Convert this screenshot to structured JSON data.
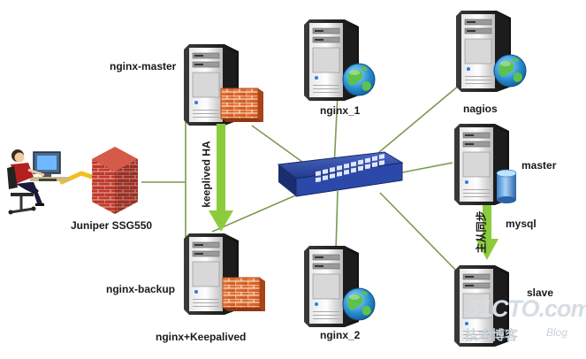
{
  "labels": {
    "nginx_master": "nginx-master",
    "nginx_backup": "nginx-backup",
    "nginx_keepalived": "nginx+Keepalived",
    "keepalived_ha": "keeplived HA",
    "juniper": "Juniper SSG550",
    "nginx_1": "nginx_1",
    "nginx_2": "nginx_2",
    "nagios": "nagios",
    "master": "master",
    "mysql": "mysql",
    "slave": "slave",
    "replication": "主从同步"
  },
  "watermark": {
    "site": "51CTO.com",
    "line2": "技术博客",
    "blog": "Blog"
  },
  "colors": {
    "link_line": "#7a9a52",
    "ha_arrow": "#8ccc3c",
    "juniper_link": "#f0c020",
    "switch_body": "#233a8c",
    "server_body": "#2a2a2a",
    "firewall": "#c0392b"
  }
}
